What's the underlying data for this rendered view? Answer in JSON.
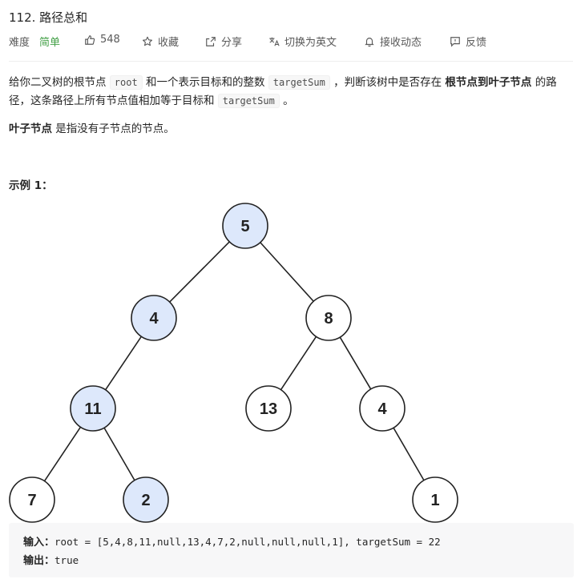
{
  "problem": {
    "title": "112. 路径总和"
  },
  "meta": {
    "difficulty_label": "难度",
    "difficulty_value": "简单",
    "likes": "548",
    "favorite": "收藏",
    "share": "分享",
    "switch_lang": "切换为英文",
    "notify": "接收动态",
    "feedback": "反馈",
    "colors": {
      "easy": "#43a047",
      "highlight_node": "#dde8fb"
    },
    "icons": [
      "thumbs-up-icon",
      "star-icon",
      "share-icon",
      "translate-icon",
      "bell-icon",
      "feedback-icon"
    ]
  },
  "description": {
    "p1": {
      "t1": "给你二叉树的根节点 ",
      "code1": "root",
      "t2": " 和一个表示目标和的整数 ",
      "code2": "targetSum",
      "t3": " ，判断该树中是否存在 ",
      "bold1": "根节点到叶子节点",
      "t4": " 的路径，这条路径上所有节点值相加等于目标和 ",
      "code3": "targetSum",
      "t5": " 。"
    },
    "p2": {
      "bold": "叶子节点",
      "text": " 是指没有子节点的节点。"
    }
  },
  "example": {
    "title": "示例 1：",
    "tree": {
      "nodes": [
        {
          "value": "5",
          "highlighted": true
        },
        {
          "value": "4",
          "highlighted": true
        },
        {
          "value": "8",
          "highlighted": false
        },
        {
          "value": "11",
          "highlighted": true
        },
        {
          "value": "13",
          "highlighted": false
        },
        {
          "value": "4",
          "highlighted": false
        },
        {
          "value": "7",
          "highlighted": false
        },
        {
          "value": "2",
          "highlighted": true
        },
        {
          "value": "1",
          "highlighted": false
        }
      ]
    },
    "input_label": "输入：",
    "input_value": "root = [5,4,8,11,null,13,4,7,2,null,null,null,1], targetSum = 22",
    "output_label": "输出：",
    "output_value": "true"
  }
}
